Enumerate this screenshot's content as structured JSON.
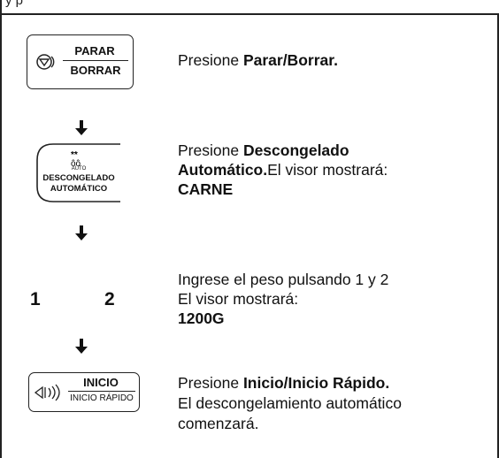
{
  "header": {
    "text": "y p"
  },
  "steps": [
    {
      "button": {
        "top": "PARAR",
        "bottom": "BORRAR",
        "icon": "stop-icon"
      },
      "text": {
        "lead": "Presione ",
        "bold": "Parar/Borrar."
      }
    },
    {
      "button": {
        "auto": "AUTO",
        "line1": "DESCONGELADO",
        "line2": "AUTOMÁTICO",
        "icon": "snowflake-drops-icon"
      },
      "text": {
        "lead": "Presione ",
        "bold1": "Descongelado",
        "bold2": "Automático.",
        "rest": "El visor mostrará:",
        "display": "CARNE"
      }
    },
    {
      "digits": [
        "1",
        "2"
      ],
      "text": {
        "line1": "Ingrese el peso pulsando 1 y 2",
        "line2": "El visor mostrará:",
        "display": "1200G"
      }
    },
    {
      "button": {
        "top": "INICIO",
        "bottom": "INICIO RÁPIDO",
        "icon": "start-icon"
      },
      "text": {
        "lead": "Presione ",
        "bold": "Inicio/Inicio Rápido.",
        "line2": "El descongelamiento automático",
        "line3": "comenzará."
      }
    }
  ]
}
